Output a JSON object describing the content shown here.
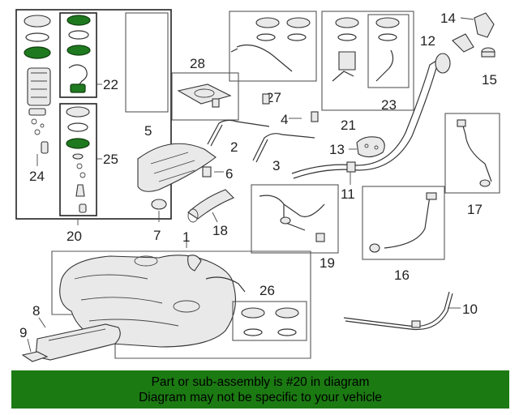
{
  "callouts": {
    "c1": "1",
    "c2": "2",
    "c3": "3",
    "c4": "4",
    "c5": "5",
    "c6": "6",
    "c7": "7",
    "c8": "8",
    "c9": "9",
    "c10": "10",
    "c11": "11",
    "c12": "12",
    "c13": "13",
    "c14": "14",
    "c15": "15",
    "c16": "16",
    "c17": "17",
    "c18": "18",
    "c19": "19",
    "c20": "20",
    "c21": "21",
    "c22": "22",
    "c23": "23",
    "c24": "24",
    "c25": "25",
    "c26": "26",
    "c27": "27",
    "c28": "28"
  },
  "banner": {
    "line1": "Part or sub-assembly is #20 in diagram",
    "line2": "Diagram may not be specific to your vehicle",
    "color": "#1b7a12"
  },
  "highlight_color": "#1f7a1f"
}
